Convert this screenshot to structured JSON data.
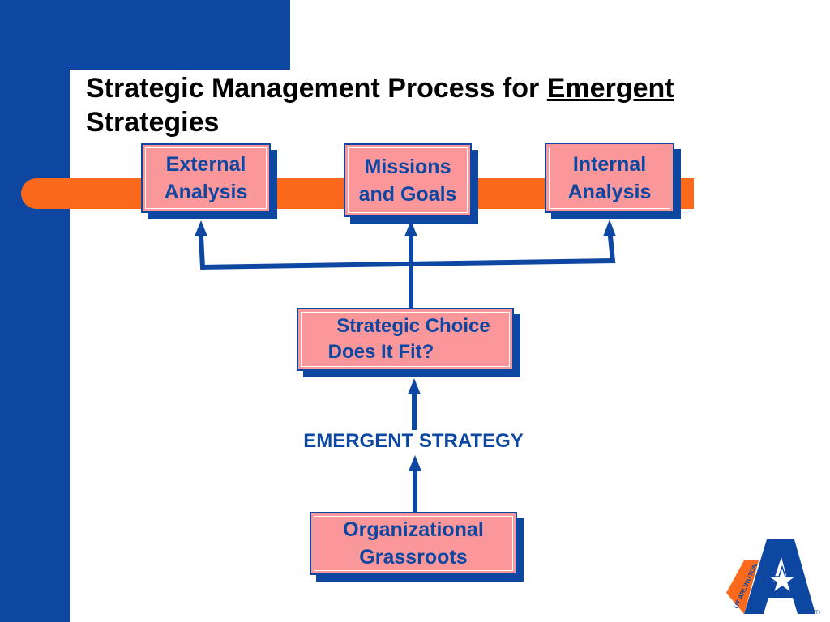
{
  "title": {
    "prefix": "Strategic Management Process for ",
    "underlined": "Emergent",
    "line2": "Strategies"
  },
  "boxes": {
    "external": {
      "line1": "External",
      "line2": "Analysis"
    },
    "missions": {
      "line1": "Missions",
      "line2": "and Goals"
    },
    "internal": {
      "line1": "Internal",
      "line2": "Analysis"
    },
    "choice": {
      "line1": "Strategic Choice",
      "line2": "Does It Fit?"
    },
    "grassroots": {
      "line1": "Organizational",
      "line2": "Grassroots"
    }
  },
  "emergent_label": "EMERGENT STRATEGY",
  "logo": {
    "text": "UT ARLINGTON",
    "tm": "TM"
  },
  "colors": {
    "blue": "#0d47a1",
    "orange": "#fb6a1c",
    "box_fill": "#f9979a"
  }
}
